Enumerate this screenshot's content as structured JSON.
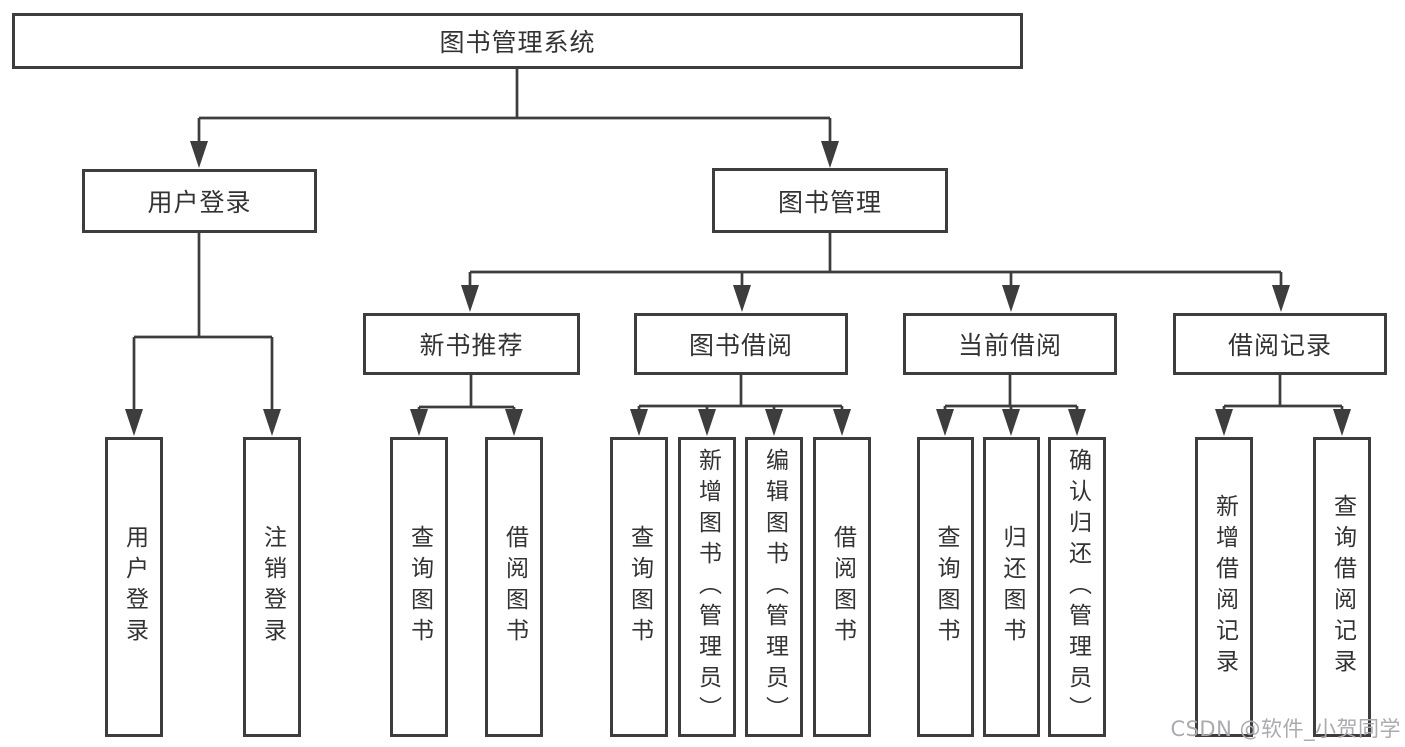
{
  "colors": {
    "line": "#3d3d3d",
    "text": "#333333",
    "watermark": "#aaaaaf",
    "background": "#ffffff"
  },
  "diagram": {
    "root": {
      "label": "图书管理系统"
    },
    "level2": {
      "user_login": {
        "label": "用户登录"
      },
      "book_management": {
        "label": "图书管理"
      }
    },
    "level3": {
      "new_book_recommend": {
        "label": "新书推荐"
      },
      "book_borrowing": {
        "label": "图书借阅"
      },
      "current_borrowing": {
        "label": "当前借阅"
      },
      "borrowing_records": {
        "label": "借阅记录"
      }
    },
    "leaves": {
      "user_login": {
        "label": "用户登录"
      },
      "logout": {
        "label": "注销登录"
      },
      "recommend_query_books": {
        "label": "查询图书"
      },
      "recommend_borrow_books": {
        "label": "借阅图书"
      },
      "borrowing_query_books": {
        "label": "查询图书"
      },
      "borrowing_add_books": {
        "label": "新增图书（管理员）"
      },
      "borrowing_edit_books": {
        "label": "编辑图书（管理员）"
      },
      "borrowing_borrow_books": {
        "label": "借阅图书"
      },
      "current_query_books": {
        "label": "查询图书"
      },
      "current_return_books": {
        "label": "归还图书"
      },
      "current_confirm_return": {
        "label": "确认归还（管理员）"
      },
      "records_add_record": {
        "label": "新增借阅记录"
      },
      "records_query_record": {
        "label": "查询借阅记录"
      }
    }
  },
  "watermark": {
    "text": "CSDN @软件_小贺同学"
  }
}
